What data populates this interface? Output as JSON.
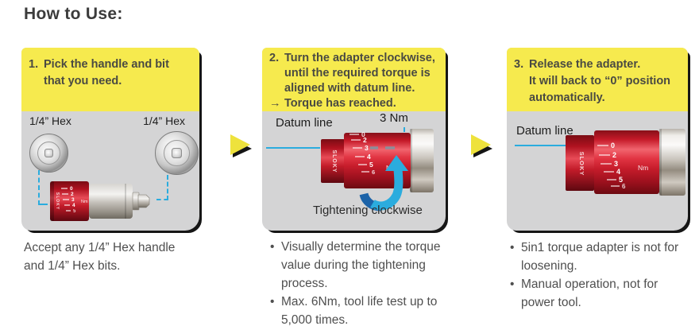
{
  "title": "How to Use:",
  "bullet_char": "•",
  "tool": {
    "brand": "SLOKY",
    "unit": "Nm",
    "scale": [
      "0",
      "2",
      "3",
      "4",
      "5",
      "6"
    ]
  },
  "colors": {
    "highlight": "#f6ea4e",
    "panel": "#d4d4d5",
    "blue": "#2bacde",
    "red": "#cf2130",
    "silver": "#c9c4bc"
  },
  "steps": [
    {
      "number": "1.",
      "instruction": "Pick the handle and bit\nthat you need.",
      "hex_label_left": "1/4” Hex",
      "hex_label_right": "1/4” Hex",
      "caption": "Accept any 1/4” Hex handle\nand 1/4” Hex bits."
    },
    {
      "number": "2.",
      "instruction": "Turn the adapter clockwise,\nuntil the required torque is\naligned with datum line.",
      "note_arrow": "→",
      "note": "Torque has reached.",
      "datum_label": "Datum line",
      "torque_label": "3 Nm",
      "rotation_label": "Tightening clockwise",
      "bullets": [
        "Visually determine the torque\nvalue during the tightening\nprocess.",
        "Max. 6Nm, tool life test up to\n5,000 times."
      ]
    },
    {
      "number": "3.",
      "instruction": "Release the adapter.\nIt will back to “0” position\nautomatically.",
      "datum_label": "Datum line",
      "bullets": [
        "5in1 torque adapter is not for\nloosening.",
        "Manual operation, not for\npower tool."
      ]
    }
  ]
}
